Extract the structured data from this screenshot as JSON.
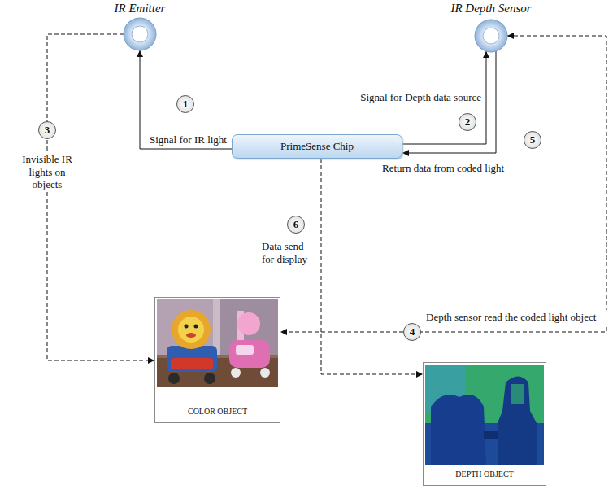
{
  "diagram": {
    "nodes": [
      {
        "text": [
          "IR Emitter"
        ]
      },
      {
        "text": [
          "IR Depth Sensor"
        ]
      },
      {
        "text": [
          "PrimeSense Chip"
        ]
      },
      {
        "text": [
          "COLOR OBJECT"
        ]
      },
      {
        "text": [
          "DEPTH OBJECT"
        ]
      }
    ],
    "edges": [
      {
        "from": 2,
        "to": 0,
        "arrow": "to",
        "label": "Signal for IR light"
      },
      {
        "from": 2,
        "to": 1,
        "arrow": "to",
        "label": "Signal for Depth data source"
      },
      {
        "from": 1,
        "to": 2,
        "arrow": "to",
        "label": "Return data from coded light"
      },
      {
        "from": 0,
        "to": 3,
        "arrow": "to",
        "label": "Invisible IR lights on objects"
      },
      {
        "from": 1,
        "to": 3,
        "arrow": "both",
        "label": "Depth sensor read the coded light object"
      },
      {
        "from": 2,
        "to": 4,
        "arrow": "to",
        "label": "Data send for display"
      }
    ],
    "labels": [
      "1",
      "2",
      "3",
      "4",
      "5",
      "6"
    ]
  }
}
